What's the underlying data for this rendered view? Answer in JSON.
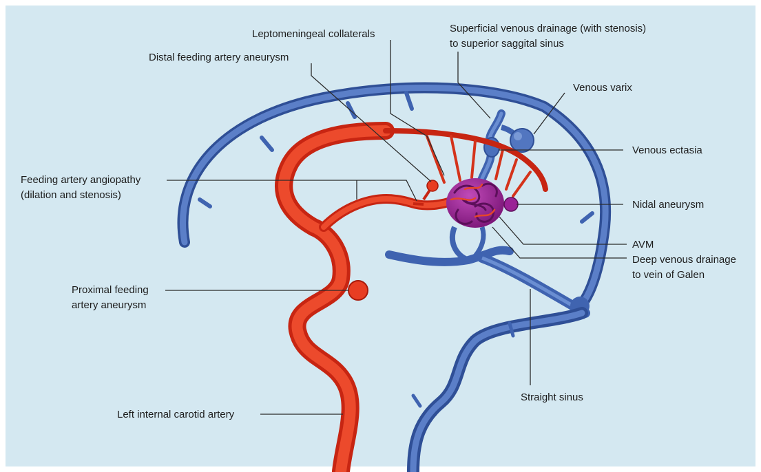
{
  "labels": {
    "leptomeningeal": "Leptomeningeal collaterals",
    "superficial_1": "Superficial venous drainage (with stenosis)",
    "superficial_2": "to superior saggital sinus",
    "distal_aneurysm": "Distal feeding artery aneurysm",
    "venous_varix": "Venous varix",
    "venous_ectasia": "Venous ectasia",
    "angiopathy_1": "Feeding artery angiopathy",
    "angiopathy_2": "(dilation and stenosis)",
    "nidal_aneurysm": "Nidal aneurysm",
    "avm": "AVM",
    "deep_drainage_1": "Deep venous drainage",
    "deep_drainage_2": "to vein of Galen",
    "proximal_1": "Proximal feeding",
    "proximal_2": "artery aneurysm",
    "straight_sinus": "Straight sinus",
    "carotid": "Left internal carotid artery"
  },
  "colors": {
    "background": "#d4e8f1",
    "artery": "#e8321e",
    "vein": "#3f63b0",
    "nidus": "#8e1b8a"
  }
}
